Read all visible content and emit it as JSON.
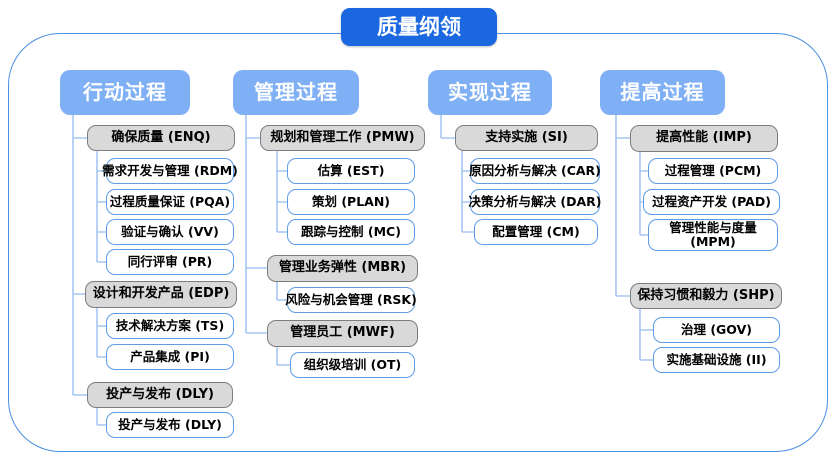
{
  "title": "质量纲领",
  "colors": {
    "title_bg": "#1a67e0",
    "header_bg": "#7fb0f5",
    "group_bg": "#d9d9d9",
    "group_border": "#7d7d7d",
    "leaf_border": "#5e9ce6",
    "connector": "#a5c6f2",
    "frame_border": "#4a90e2"
  },
  "columns": [
    {
      "header": "行动过程",
      "groups": [
        {
          "label": "确保质量 (ENQ)",
          "children": [
            "需求开发与管理 (RDM)",
            "过程质量保证 (PQA)",
            "验证与确认 (VV)",
            "同行评审 (PR)"
          ]
        },
        {
          "label": "设计和开发产品 (EDP)",
          "children": [
            "技术解决方案 (TS)",
            "产品集成 (PI)"
          ]
        },
        {
          "label": "投产与发布 (DLY)",
          "children": [
            "投产与发布 (DLY)"
          ]
        }
      ]
    },
    {
      "header": "管理过程",
      "groups": [
        {
          "label": "规划和管理工作 (PMW)",
          "children": [
            "估算 (EST)",
            "策划 (PLAN)",
            "跟踪与控制 (MC)"
          ]
        },
        {
          "label": "管理业务弹性 (MBR)",
          "children": [
            "风险与机会管理 (RSK)"
          ]
        },
        {
          "label": "管理员工 (MWF)",
          "children": [
            "组织级培训 (OT)"
          ]
        }
      ]
    },
    {
      "header": "实现过程",
      "groups": [
        {
          "label": "支持实施 (SI)",
          "children": [
            "原因分析与解决 (CAR)",
            "决策分析与解决 (DAR)",
            "配置管理 (CM)"
          ]
        }
      ]
    },
    {
      "header": "提高过程",
      "groups": [
        {
          "label": "提高性能 (IMP)",
          "children": [
            "过程管理 (PCM)",
            "过程资产开发 (PAD)",
            "管理性能与度量 (MPM)"
          ]
        },
        {
          "label": "保持习惯和毅力 (SHP)",
          "children": [
            "治理 (GOV)",
            "实施基础设施 (II)"
          ]
        }
      ]
    }
  ]
}
